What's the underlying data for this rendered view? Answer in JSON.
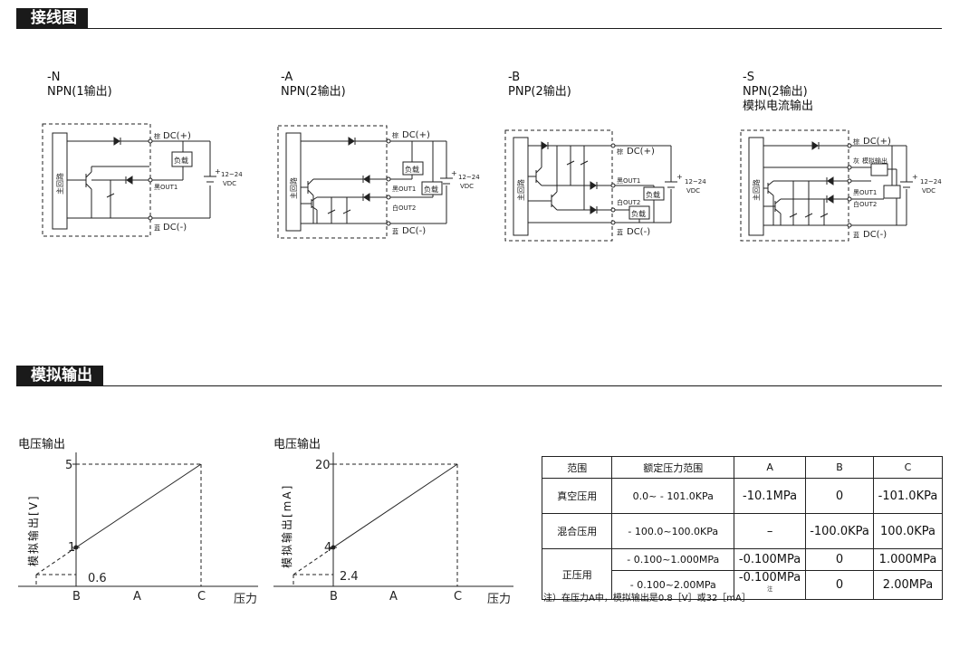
{
  "sections": {
    "wiring": "接线图",
    "analog": "模拟输出"
  },
  "variants": [
    {
      "code": "-N",
      "type": "NPN(1输出)",
      "sub": ""
    },
    {
      "code": "-A",
      "type": "NPN(2输出)",
      "sub": ""
    },
    {
      "code": "-B",
      "type": "PNP(2输出)",
      "sub": ""
    },
    {
      "code": "-S",
      "type": "NPN(2输出)",
      "sub": "模拟电流输出"
    }
  ],
  "diagram_labels": {
    "main_circuit": "主回路",
    "brown": "棕",
    "dc_plus": "DC(+)",
    "blue": "蓝",
    "dc_minus": "DC(-)",
    "black_out1": "黑OUT1",
    "white_out2": "白OUT2",
    "gray": "灰",
    "analog_out": "模拟输出",
    "load": "负载",
    "supply": "12~24",
    "vdc": "VDC",
    "plus": "+",
    "minus": "−"
  },
  "graphs": {
    "left": {
      "ylabel": "电压输出",
      "vlabel": "模拟输出[V]",
      "xlabel": "压力",
      "y_low": "1",
      "y_high": "5",
      "y_min": "0.6",
      "x_b": "B",
      "x_a": "A",
      "x_c": "C"
    },
    "right": {
      "ylabel": "电压输出",
      "vlabel": "模拟输出[mA]",
      "xlabel": "压力",
      "y_low": "4",
      "y_high": "20",
      "y_min": "2.4",
      "x_b": "B",
      "x_a": "A",
      "x_c": "C"
    }
  },
  "table": {
    "headers": [
      "范围",
      "额定压力范围",
      "A",
      "B",
      "C"
    ],
    "rows": [
      {
        "range": "真空压用",
        "rated": "0.0~ - 101.0KPa",
        "a": "-10.1MPa",
        "b": "0",
        "c": "-101.0KPa"
      },
      {
        "range": "混合压用",
        "rated": "- 100.0~100.0KPa",
        "a": "–",
        "b": "-100.0KPa",
        "c": "100.0KPa"
      },
      {
        "range": "正压用",
        "rated": "- 0.100~1.000MPa",
        "a": "-0.100MPa",
        "b": "0",
        "c": "1.000MPa"
      },
      {
        "range": "",
        "rated": "- 0.100~2.00MPa",
        "a": "-0.100MPa",
        "b": "0",
        "c": "2.00MPa",
        "mark": "注"
      }
    ],
    "note": "注）在压力A中，模拟输出是0.8［V］或32［mA］"
  }
}
